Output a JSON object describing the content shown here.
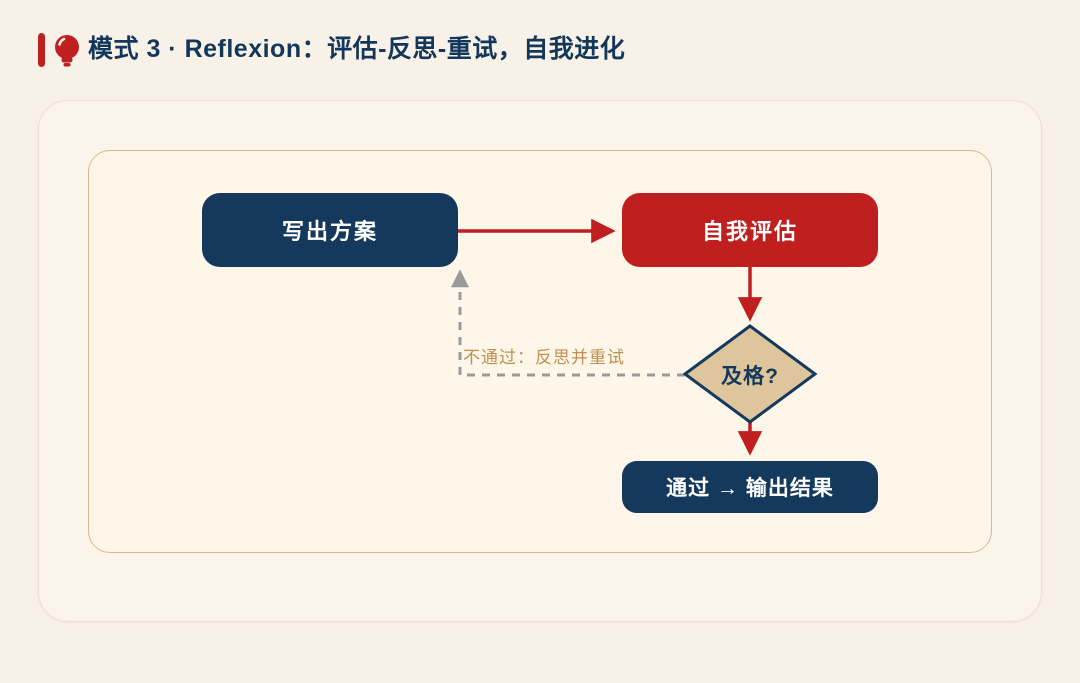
{
  "header": {
    "icon": "lightbulb-icon",
    "title": "模式 3 · Reflexion：评估-反思-重试，自我进化"
  },
  "flowchart": {
    "nodes": {
      "write": {
        "label": "写出方案"
      },
      "evaluate": {
        "label": "自我评估"
      },
      "decision": {
        "label": "及格?"
      },
      "output": {
        "label": "通过 → 输出结果"
      }
    },
    "edges": [
      {
        "from": "write",
        "to": "evaluate",
        "style": "solid-red",
        "label": ""
      },
      {
        "from": "evaluate",
        "to": "decision",
        "style": "solid-red",
        "label": ""
      },
      {
        "from": "decision",
        "to": "output",
        "style": "solid-red",
        "label": ""
      },
      {
        "from": "decision",
        "to": "write",
        "style": "dashed-gray",
        "label": "不通过：反思并重试"
      }
    ]
  },
  "theme": {
    "page_bg": "#f8f1e8",
    "panel_bg": "#fbf4ea",
    "panel_border": "#eae1d3",
    "inner_bg": "#fdf6e9",
    "inner_border": "#d9b88a",
    "navy": "#14395c",
    "red": "#c01f1f",
    "diamond_fill": "#dfc59c",
    "gray_dash": "#9a9a9a",
    "gold_text": "#c28f4e",
    "title_color": "#12375a"
  }
}
